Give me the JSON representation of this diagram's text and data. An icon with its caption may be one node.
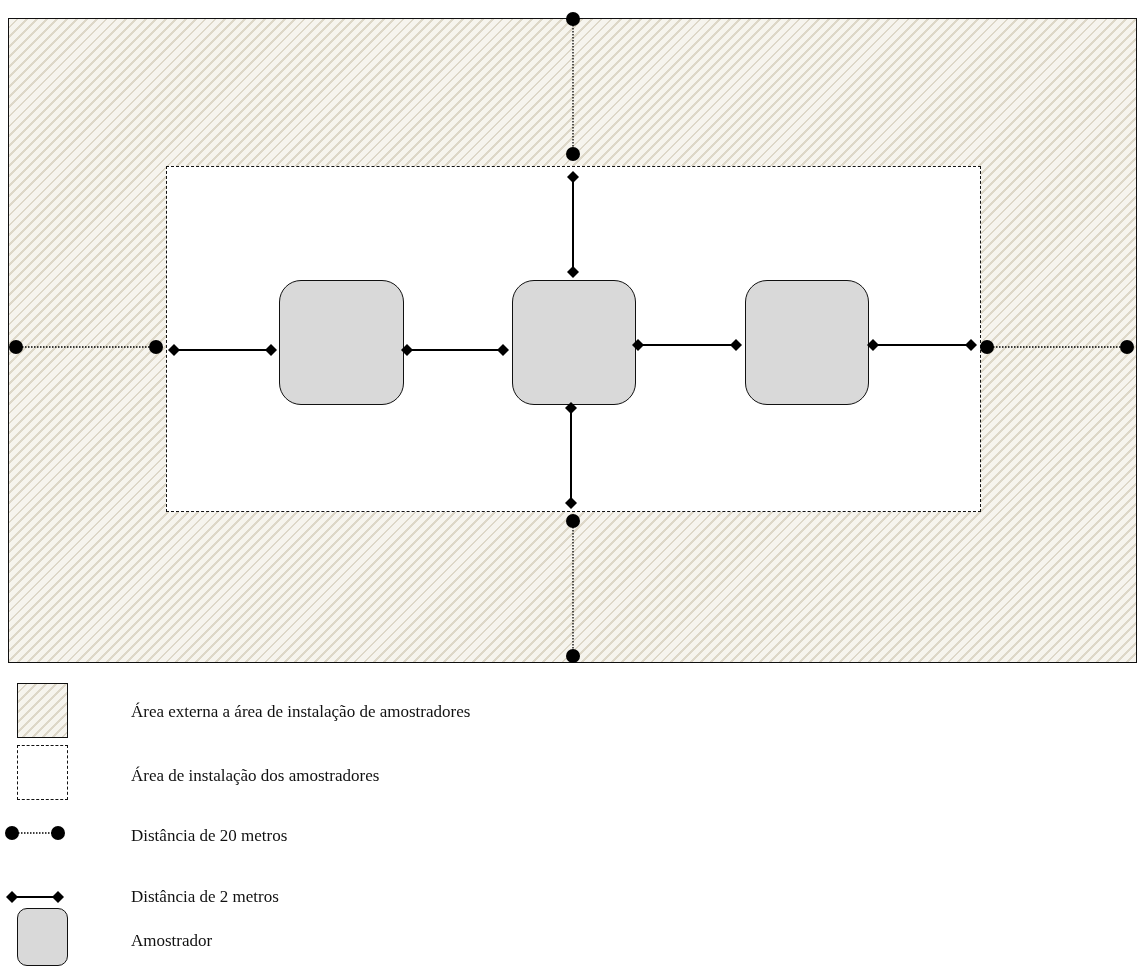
{
  "diagram": {
    "nodes": [
      {
        "text": [],
        "shape": "box"
      },
      {
        "text": [],
        "shape": "box",
        "in": 0
      },
      {
        "text": [],
        "shape": "box",
        "in": 1
      },
      {
        "text": [],
        "shape": "box",
        "in": 1
      },
      {
        "text": [],
        "shape": "box",
        "in": 1
      }
    ],
    "edges": [],
    "legend": [
      {
        "text": "Área externa a área de instalação de amostradores"
      },
      {
        "text": "Área de instalação dos amostradores"
      },
      {
        "text": "Distância de 20 metros"
      },
      {
        "text": "Distância de 2 metros"
      },
      {
        "text": "Amostrador"
      }
    ]
  }
}
